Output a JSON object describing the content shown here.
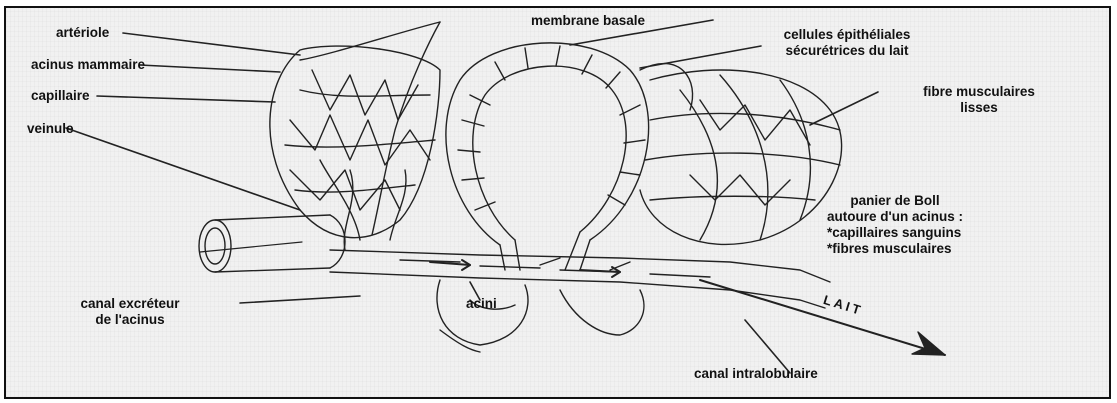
{
  "labels": {
    "arteriole": "artériole",
    "acinus_mammaire": "acinus mammaire",
    "capillaire": "capillaire",
    "veinule": "veinule",
    "membrane_basale": "membrane basale",
    "cellules_line1": "cellules épithéliales",
    "cellules_line2": "sécurétrices du lait",
    "fibre_line1": "fibre musculaires",
    "fibre_line2": "lisses",
    "panier_line1": "panier de Boll",
    "panier_line2": "autoure d'un acinus :",
    "panier_line3": "*capillaires sanguins",
    "panier_line4": "*fibres musculaires",
    "canal_exc_line1": "canal excréteur",
    "canal_exc_line2": "de l'acinus",
    "acini": "acini",
    "canal_intralobulaire": "canal intralobulaire",
    "lait": "LAIT"
  }
}
